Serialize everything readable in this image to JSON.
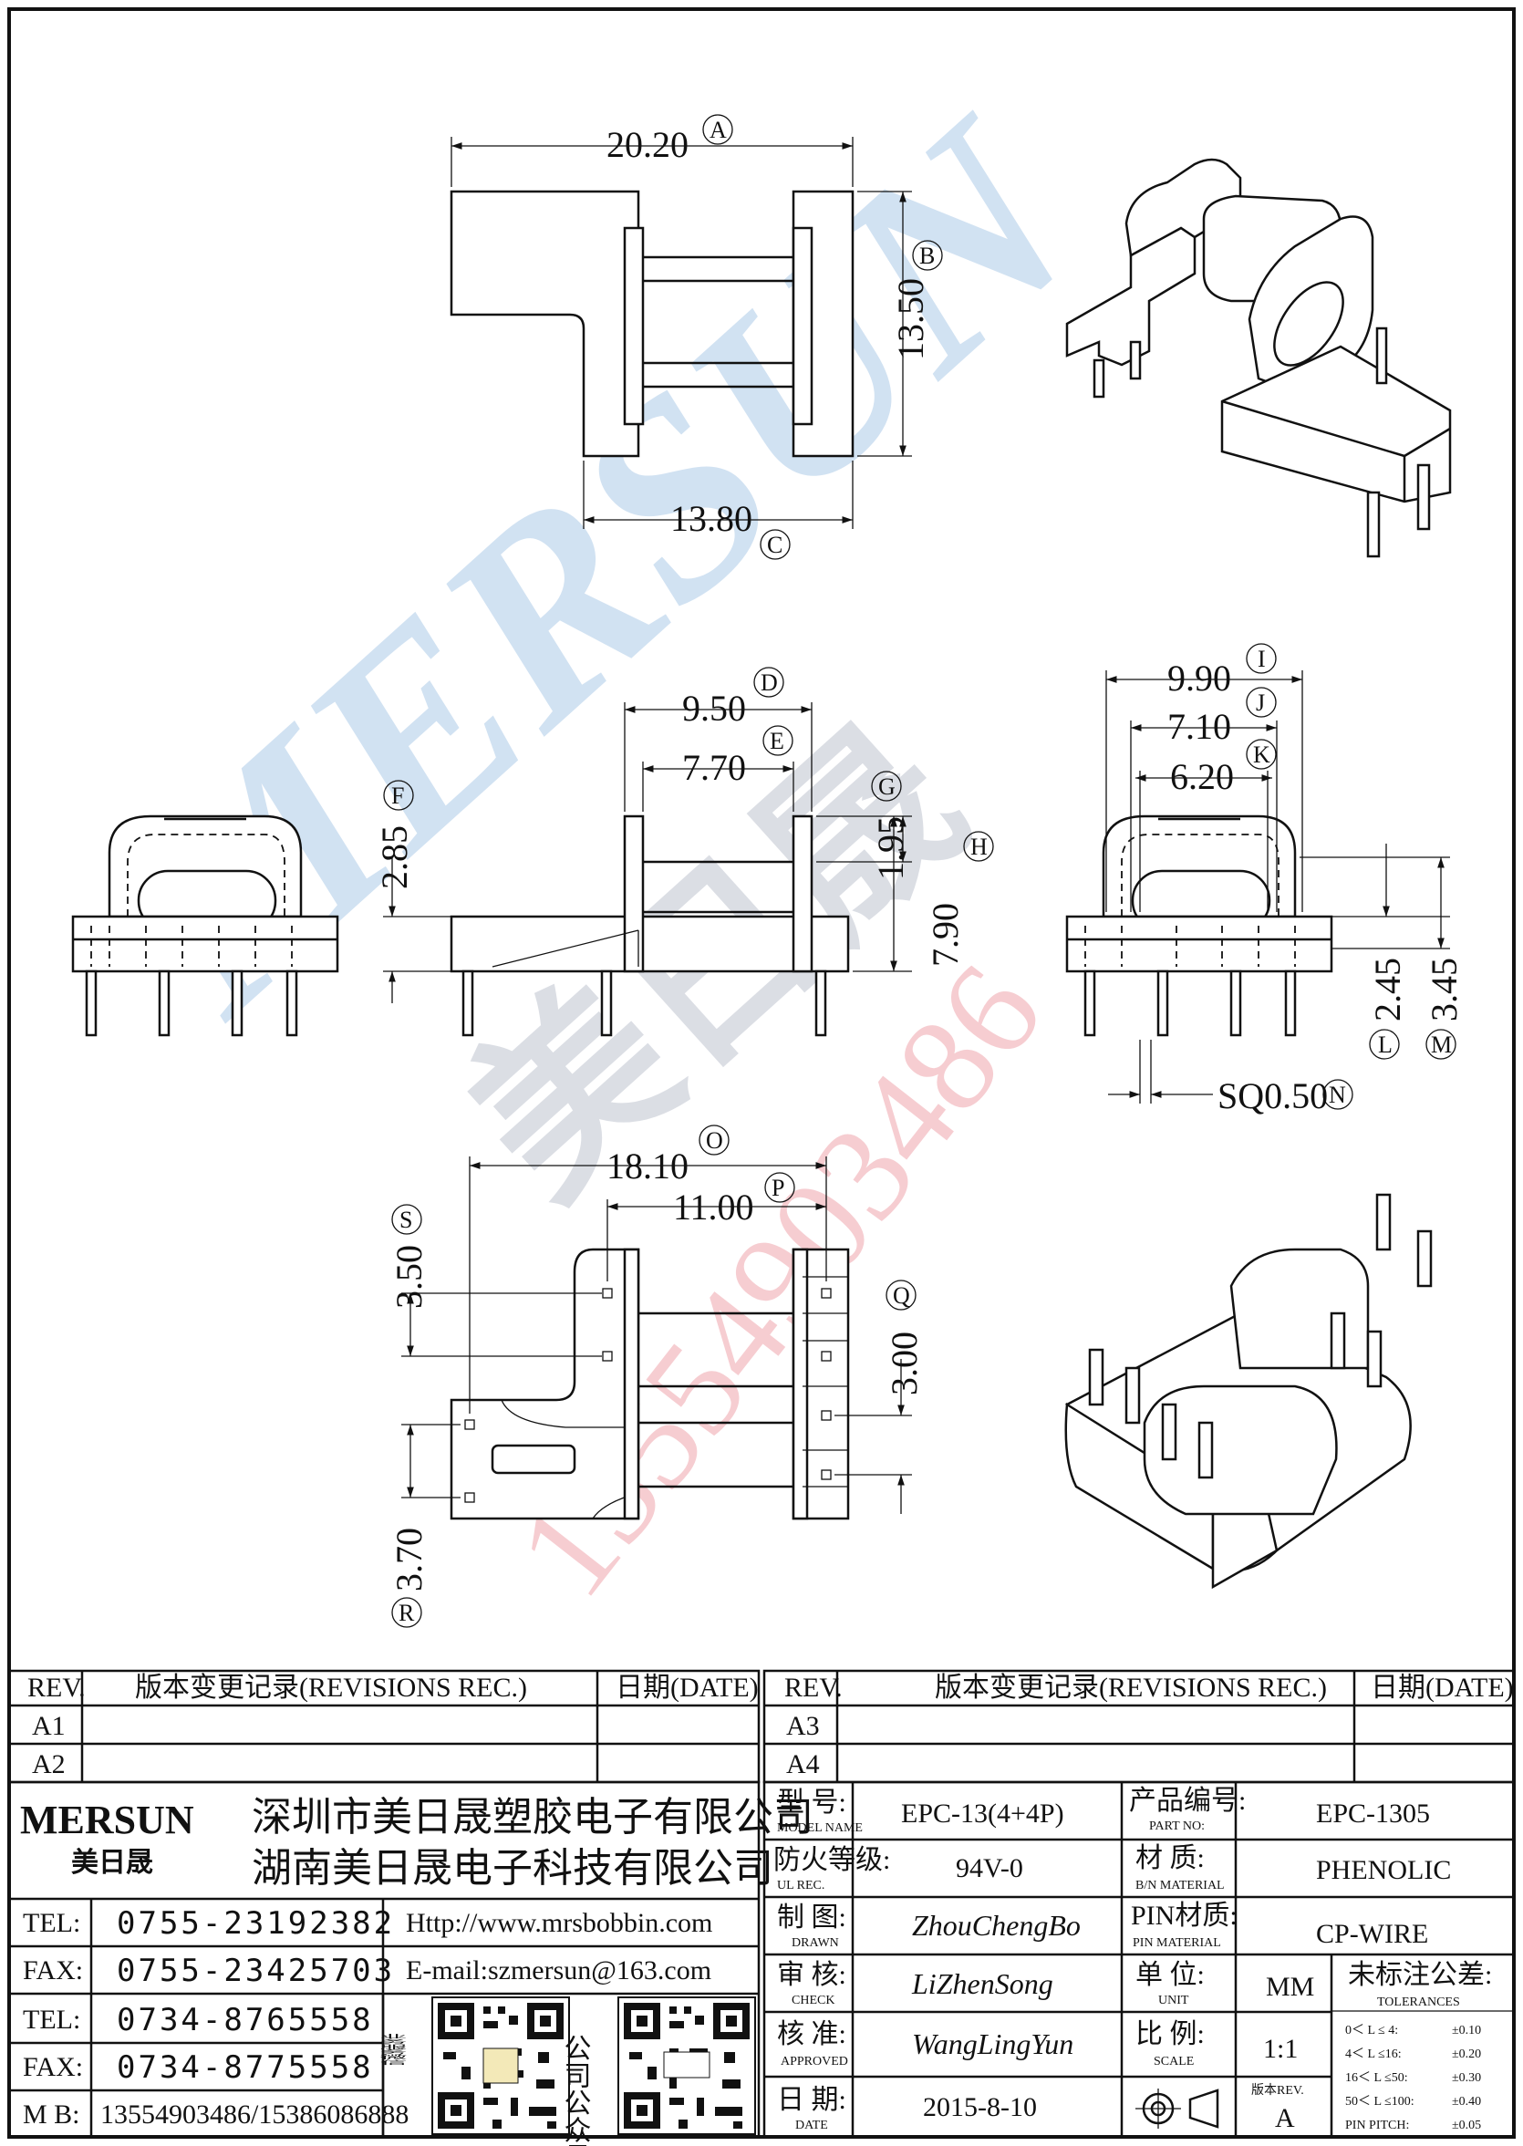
{
  "dimensions": {
    "A": {
      "label": "A",
      "value": "20.20"
    },
    "B": {
      "label": "B",
      "value": "13.50"
    },
    "C": {
      "label": "C",
      "value": "13.80"
    },
    "D": {
      "label": "D",
      "value": "9.50"
    },
    "E": {
      "label": "E",
      "value": "7.70"
    },
    "F": {
      "label": "F",
      "value": "2.85"
    },
    "G": {
      "label": "G",
      "value": "1.95"
    },
    "H": {
      "label": "H",
      "value": "7.90"
    },
    "I": {
      "label": "I",
      "value": "9.90"
    },
    "J": {
      "label": "J",
      "value": "7.10"
    },
    "K": {
      "label": "K",
      "value": "6.20"
    },
    "L": {
      "label": "L",
      "value": "2.45"
    },
    "M": {
      "label": "M",
      "value": "3.45"
    },
    "N": {
      "label": "N",
      "value": "SQ0.50"
    },
    "O": {
      "label": "O",
      "value": "18.10"
    },
    "P": {
      "label": "P",
      "value": "11.00"
    },
    "Q": {
      "label": "Q",
      "value": "3.00"
    },
    "R": {
      "label": "R",
      "value": "3.70"
    },
    "S": {
      "label": "S",
      "value": "3.50"
    }
  },
  "watermark": {
    "brand": "MERSUN",
    "chinese": "美日晟",
    "phone": "13554903486"
  },
  "revisions_left": {
    "col_rev": "REV.",
    "col_rec": "版本变更记录(REVISIONS REC.)",
    "col_date": "日期(DATE)",
    "rows": [
      "A1",
      "A2"
    ]
  },
  "revisions_right": {
    "col_rev": "REV.",
    "col_rec": "版本变更记录(REVISIONS REC.)",
    "col_date": "日期(DATE)",
    "rows": [
      "A3",
      "A4"
    ]
  },
  "company": {
    "logo": "MERSUN",
    "logo_cn": "美日晟",
    "name1": "深圳市美日晟塑胶电子有限公司",
    "name2": "湖南美日晟电子科技有限公司"
  },
  "contacts": [
    {
      "label": "TEL:",
      "value": "0755-23192382"
    },
    {
      "label": "FAX:",
      "value": "0755-23425703"
    },
    {
      "label": "TEL:",
      "value": "0734-8765558"
    },
    {
      "label": "FAX:",
      "value": "0734-8775558"
    },
    {
      "label": "M B:",
      "value": "13554903486/15386086888"
    }
  ],
  "web": {
    "http": "Http://www.mrsbobbin.com",
    "email": "E-mail:szmersun@163.com",
    "qr1_label": "业务服务微信",
    "qr2_label": "公司公众号"
  },
  "spec": {
    "model_label": "型 号:",
    "model_sub": "MODEL NAME",
    "model": "EPC-13(4+4P)",
    "part_label": "产品编号:",
    "part_sub": "PART NO:",
    "part": "EPC-1305",
    "ul_label": "防火等级:",
    "ul_sub": "UL REC.",
    "ul": "94V-0",
    "mat_label": "材 质:",
    "mat_sub": "B/N MATERIAL",
    "mat": "PHENOLIC",
    "drawn_label": "制 图:",
    "drawn_sub": "DRAWN",
    "drawn": "ZhouChengBo",
    "pin_label": "PIN材质:",
    "pin_sub": "PIN MATERIAL",
    "pin": "CP-WIRE",
    "check_label": "审 核:",
    "check_sub": "CHECK",
    "check": "LiZhenSong",
    "unit_label": "单 位:",
    "unit_sub": "UNIT",
    "unit": "MM",
    "tol_label": "未标注公差:",
    "tol_sub": "TOLERANCES",
    "approved_label": "核 准:",
    "approved_sub": "APPROVED",
    "approved": "WangLingYun",
    "scale_label": "比 例:",
    "scale_sub": "SCALE",
    "scale": "1:1",
    "date_label": "日 期:",
    "date_sub": "DATE",
    "date": "2015-8-10",
    "ver_label": "版本REV.",
    "ver": "A"
  },
  "tolerances": [
    {
      "range": "0＜ L ≤ 4:",
      "tol": "±0.10"
    },
    {
      "range": "4＜ L ≤16:",
      "tol": "±0.20"
    },
    {
      "range": "16＜ L ≤50:",
      "tol": "±0.30"
    },
    {
      "range": "50＜ L ≤100:",
      "tol": "±0.40"
    },
    {
      "range": "PIN PITCH:",
      "tol": "±0.05"
    }
  ]
}
